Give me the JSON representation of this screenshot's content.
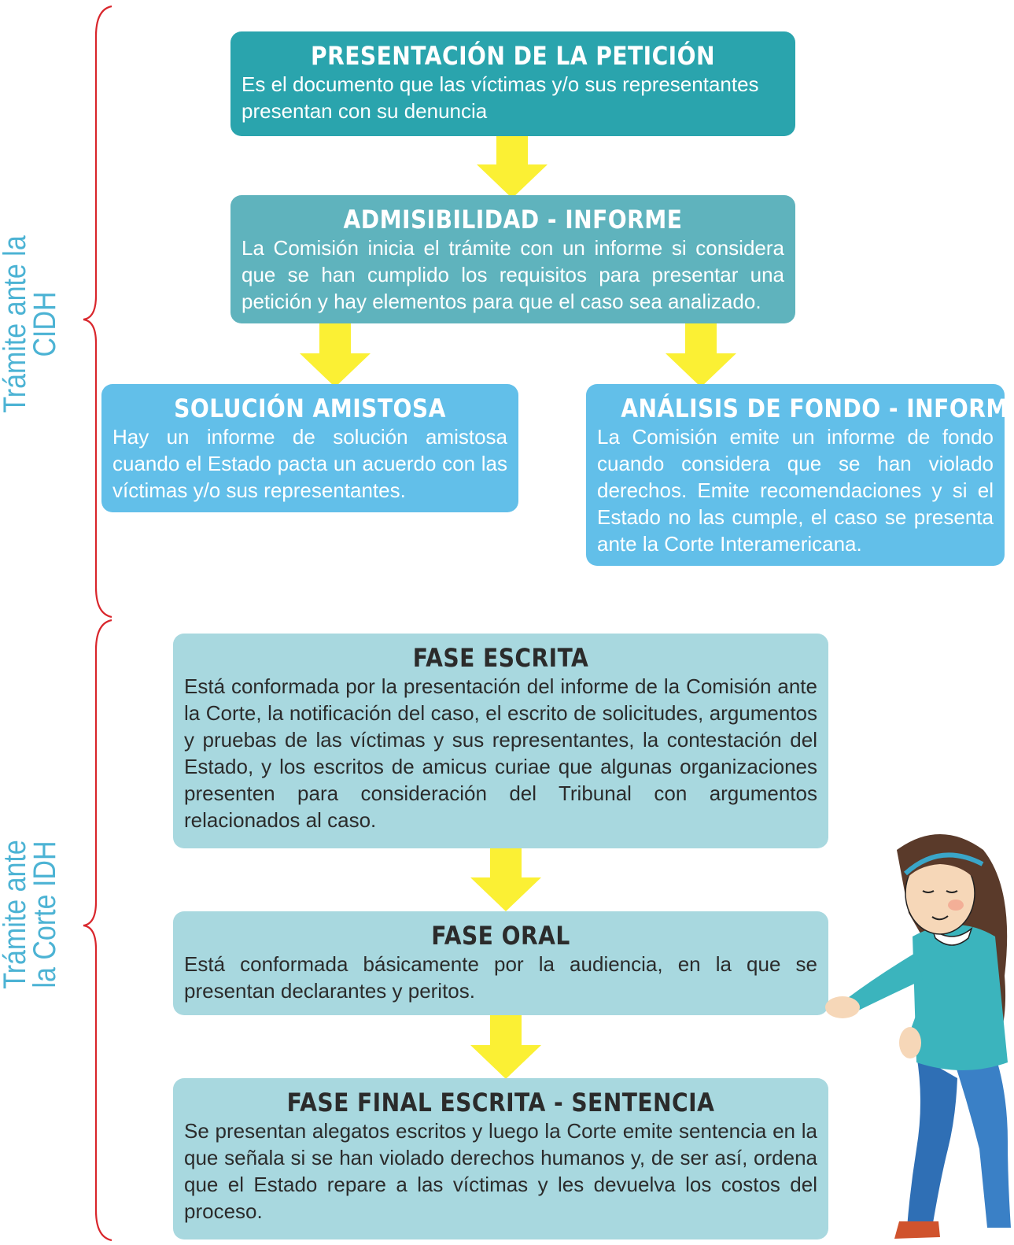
{
  "side_labels": {
    "cidh": [
      "Trámite ante la",
      "CIDH"
    ],
    "corte": [
      "Trámite ante",
      "la Corte IDH"
    ]
  },
  "boxes": {
    "peticion": {
      "title": "PRESENTACIÓN DE LA PETICIÓN",
      "body": "Es el documento que las víctimas y/o sus representantes presentan con su denuncia"
    },
    "admisibilidad": {
      "title": "ADMISIBILIDAD - INFORME",
      "body": "La Comisión inicia el trámite con un informe si considera que se han cumplido los requisitos para presentar una petición y hay elementos para que el caso sea analizado."
    },
    "solucion": {
      "title": "SOLUCIÓN AMISTOSA",
      "body": "Hay un informe de solución amistosa cuando el Estado pacta un acuerdo con las víctimas y/o sus representantes."
    },
    "fondo": {
      "title": "ANÁLISIS DE FONDO - INFORME",
      "body": "La Comisión emite un informe de fondo cuando considera que se han violado derechos. Emite recomendaciones y si el Estado no las cumple, el caso se presenta ante la Corte Interamericana."
    },
    "escrita": {
      "title": "FASE ESCRITA",
      "body": "Está conformada por la presentación del informe de la Comisión ante la Corte, la notificación del caso, el escrito de solicitudes, argumentos y pruebas de las víctimas y sus representantes, la contestación del Estado, y los escritos de amicus curiae que algunas organizaciones presenten para consideración del Tribunal con argumentos relacionados al caso."
    },
    "oral": {
      "title": "FASE ORAL",
      "body": "Está conformada básicamente por la audiencia, en la que se presentan declarantes y peritos."
    },
    "final": {
      "title": "FASE FINAL ESCRITA - SENTENCIA",
      "body": "Se presentan alegatos escritos y luego la Corte emite sentencia en la que señala si se han violado derechos humanos y, de ser así, ordena que el Estado repare a las víctimas y les devuelva los costos del proceso."
    }
  },
  "colors": {
    "peticion": "#2aa4ad",
    "admisibilidad": "#5fb3bd",
    "solucion_fondo": "#62bfe9",
    "corte_phases": "#a8d8df",
    "arrow": "#fbf034",
    "brace": "#d9262c",
    "side_label": "#4cb3d4"
  }
}
